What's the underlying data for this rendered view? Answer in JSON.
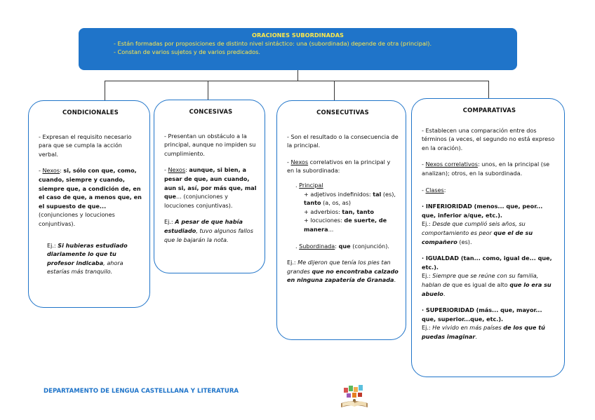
{
  "header": {
    "title": "ORACIONES SUBORDINADAS",
    "line1": "- Están formadas por proposiciones de distinto nivel sintáctico: una (subordinada) depende de otra (principal).",
    "line2": "- Constan de varios sujetos y de varios predicados."
  },
  "condicionales": {
    "title": "CONDICIONALES",
    "desc": "- Expresan el requisito necesario para que se cumpla la acción verbal.",
    "nexos_prefix": "- ",
    "nexos_label": "Nexos",
    "nexos_sep": ": ",
    "nexos_list": "si, sólo con que, como, cuando, siempre y cuando, siempre que, a condición de, en el caso de que, a menos que, en el supuesto de que...",
    "nexos_note": " (conjunciones y locuciones conjuntivas).",
    "ej_label": "Ej.: ",
    "ej_bold": "Si hubieras estudiado diariamente lo que tu profesor indicaba",
    "ej_rest": ", ahora estarías más tranquilo."
  },
  "concesivas": {
    "title": "CONCESIVAS",
    "desc": "- Presentan un obstáculo a la principal, aunque no impiden su cumplimiento.",
    "nexos_prefix": "- ",
    "nexos_label": "Nexos",
    "nexos_sep": ": ",
    "nexos_list": "aunque, si bien, a pesar de que, aun cuando, aun si, así, por más que, mal que",
    "nexos_note": "... (conjunciones y locuciones conjuntivas).",
    "ej_label": "Ej.: ",
    "ej_bold": "A pesar de que había estudiado",
    "ej_rest": ", tuvo algunos fallos que le bajarán la nota."
  },
  "consecutivas": {
    "title": "CONSECUTIVAS",
    "desc": "- Son el resultado o la consecuencia de la principal.",
    "nexos_prefix": "- ",
    "nexos_label": "Nexos",
    "nexos_text": " correlativos en la principal y en la subordinada:",
    "principal_label": "Principal",
    "adj_text": "+ adjetivos indefinidos: ",
    "adj_bold": "tal",
    "adj_rest": " (es),",
    "tanto_bold": "tanto",
    "tanto_rest": " (a, os, as)",
    "adv_text": "+ adverbios: ",
    "adv_bold": "tan, tanto",
    "loc_text": "+ locuciones: ",
    "loc_bold": "de suerte, de manera",
    "loc_rest": "...",
    "sub_label": "Subordinada",
    "sub_sep": ": ",
    "sub_bold": "que",
    "sub_rest": " (conjunción).",
    "ej_label": "Ej.: ",
    "ej_italic": "Me dijeron que tenía los pies tan grandes ",
    "ej_bold": "que no encontraba calzado en ninguna zapatería de Granada",
    "ej_end": "."
  },
  "comparativas": {
    "title": "COMPARATIVAS",
    "desc": "- Establecen una comparación entre dos términos (a veces, el segundo no está expreso en la oración).",
    "nexos_prefix": "- ",
    "nexos_label": "Nexos correlativos",
    "nexos_text": ": unos, en la principal (se analizan); otros, en la subordinada.",
    "clases_prefix": "- ",
    "clases_label": "Clases",
    "clases_sep": ":",
    "inf_title": "· INFERIORIDAD",
    "inf_bold": " (menos... que, peor... que, inferior a/que, etc.).",
    "inf_ej_label": "Ej.: ",
    "inf_ej_italic": "Desde que cumplió seis años, su comportamiento es peor ",
    "inf_ej_bold": "que el de su compañero",
    "inf_ej_rest": " (es).",
    "igu_title": "· IGUALDAD",
    "igu_bold": " (tan... como, igual de... que, etc.).",
    "igu_ej_label": "Ej.: ",
    "igu_ej_italic": "Siempre que se reúne con su familia, hablan de",
    "igu_ej_normal": " que es igual de alto ",
    "igu_ej_bold": "que lo era su abuelo",
    "igu_ej_end": ".",
    "sup_title": "· SUPERIORIDAD",
    "sup_bold": " (más... que, mayor... que, superior...que, etc.).",
    "sup_ej_label": "Ej.: ",
    "sup_ej_italic": "He vivido en más países ",
    "sup_ej_bold": "de los que tú puedas imaginar",
    "sup_ej_end": "."
  },
  "footer": {
    "text": "DEPARTAMENTO DE LENGUA CASTELLLANA Y LITERATURA"
  },
  "colors": {
    "accent": "#1f74c9",
    "header_text": "#ffe94a"
  },
  "logo": {
    "icon": "book-logo-icon"
  }
}
